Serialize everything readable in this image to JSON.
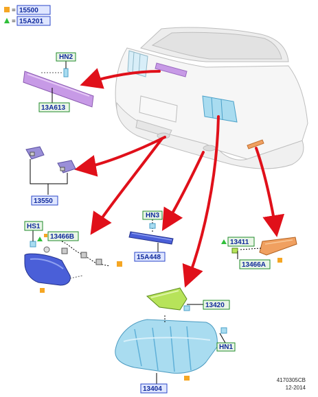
{
  "legend": [
    {
      "marker": "square",
      "color": "#f5a623",
      "code": "15500"
    },
    {
      "marker": "triangle",
      "color": "#2fbf3a",
      "code": "15A201"
    }
  ],
  "callouts": {
    "hn2": "HN2",
    "p13a613": "13A613",
    "p13550": "13550",
    "hs1": "HS1",
    "p13466b": "13466B",
    "hn3": "HN3",
    "p15a448": "15A448",
    "p13411": "13411",
    "p13466a": "13466A",
    "p13420": "13420",
    "hn1": "HN1",
    "p13404": "13404"
  },
  "footer": {
    "code": "4170305CB",
    "date": "12-2014"
  },
  "colors": {
    "arrow": "#e0101a",
    "label_box_green": "#1f8a2a",
    "label_box_blue": "#2a45c8",
    "label_fill_blue": "#dfe6ff",
    "label_fill_green": "#e9f5e6",
    "part_purple": "#c79ae6",
    "part_blue": "#4a5fd8",
    "part_cyan": "#a9dcf0",
    "part_orange": "#f0a060",
    "part_green": "#b7e35a"
  }
}
